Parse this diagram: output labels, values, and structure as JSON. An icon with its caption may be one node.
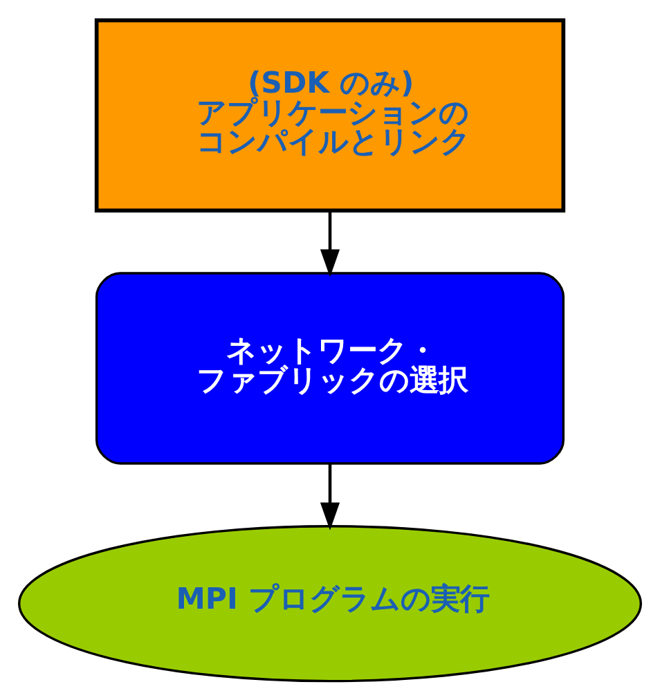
{
  "diagram": {
    "nodes": [
      {
        "text": [
          "(SDK のみ)",
          "アプリケーションのコンパイルとリンク"
        ]
      },
      {
        "text": [
          "ネットワーク・ファブリックの選択"
        ]
      },
      {
        "text": [
          "MPI プログラムの実行"
        ]
      }
    ],
    "edges": [
      {
        "from": 0,
        "to": 1,
        "arrow": "to"
      },
      {
        "from": 1,
        "to": 2,
        "arrow": "to"
      }
    ]
  }
}
